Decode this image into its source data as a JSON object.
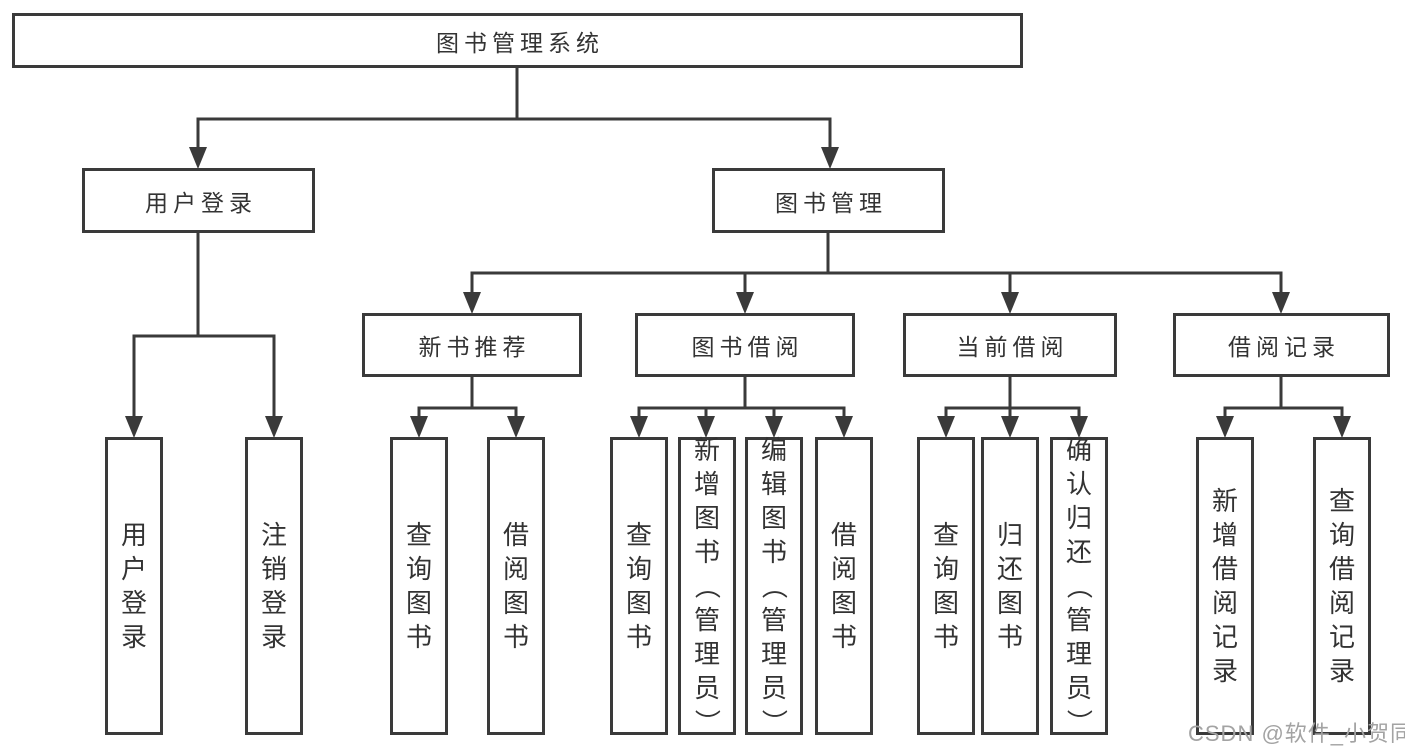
{
  "root": {
    "label": "图书管理系统"
  },
  "l2": [
    {
      "label": "用户登录"
    },
    {
      "label": "图书管理"
    }
  ],
  "l3": [
    {
      "label": "新书推荐"
    },
    {
      "label": "图书借阅"
    },
    {
      "label": "当前借阅"
    },
    {
      "label": "借阅记录"
    }
  ],
  "leaves": [
    {
      "label": "用户登录"
    },
    {
      "label": "注销登录"
    },
    {
      "label": "查询图书"
    },
    {
      "label": "借阅图书"
    },
    {
      "label": "查询图书"
    },
    {
      "label": "新增图书（管理员）"
    },
    {
      "label": "编辑图书（管理员）"
    },
    {
      "label": "借阅图书"
    },
    {
      "label": "查询图书"
    },
    {
      "label": "归还图书"
    },
    {
      "label": "确认归还（管理员）"
    },
    {
      "label": "新增借阅记录"
    },
    {
      "label": "查询借阅记录"
    }
  ],
  "watermark": "CSDN @软件_小贺同学",
  "colors": {
    "line": "#3a3a3a",
    "text": "#333333",
    "watermark": "#a3a3a3",
    "background": "#ffffff"
  }
}
